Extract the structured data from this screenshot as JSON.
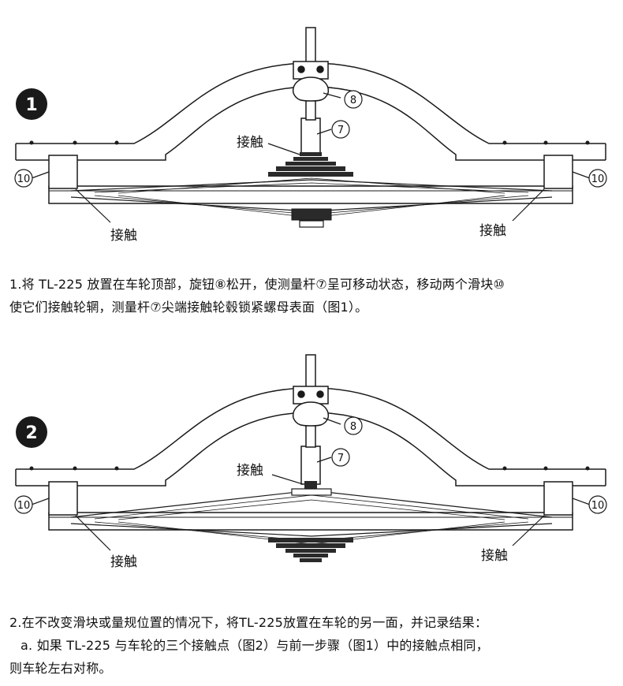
{
  "figures": [
    {
      "step_badge": "1",
      "labels": {
        "contact_center": "接触",
        "contact_left": "接触",
        "contact_right": "接触",
        "knob": "8",
        "rod": "7",
        "slider_left": "10",
        "slider_right": "10"
      }
    },
    {
      "step_badge": "2",
      "labels": {
        "contact_center": "接触",
        "contact_left": "接触",
        "contact_right": "接触",
        "knob": "8",
        "rod": "7",
        "slider_left": "10",
        "slider_right": "10"
      }
    }
  ],
  "step1": {
    "line1": "1.将 TL-225 放置在车轮顶部，旋钮⑧松开，使测量杆⑦呈可移动状态，移动两个滑块⑩",
    "line2": "使它们接触轮辋，测量杆⑦尖端接触轮毂锁紧螺母表面（图1）。"
  },
  "step2": {
    "line1": "2.在不改变滑块或量规位置的情况下，将TL-225放置在车轮的另一面，并记录结果：",
    "line2": "a. 如果 TL-225 与车轮的三个接触点（图2）与前一步骤（图1）中的接触点相同，",
    "line3": "则车轮左右对称。"
  }
}
